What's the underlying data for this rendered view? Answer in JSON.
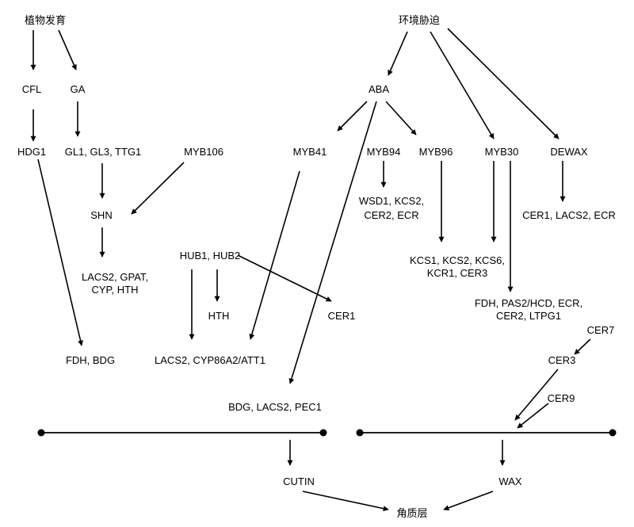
{
  "nodes": {
    "plant_development": "植物发育",
    "env_stress": "环境胁迫",
    "cfl": "CFL",
    "ga": "GA",
    "aba": "ABA",
    "hdg1": "HDG1",
    "gl_group": "GL1, GL3, TTG1",
    "myb106": "MYB106",
    "myb41": "MYB41",
    "myb94": "MYB94",
    "myb96": "MYB96",
    "myb30": "MYB30",
    "dewax": "DEWAX",
    "shn": "SHN",
    "wsd1_line1": "WSD1, KCS2,",
    "wsd1_line2": "CER2, ECR",
    "cer1_lacs2_ecr": "CER1, LACS2,  ECR",
    "hub": "HUB1, HUB2",
    "kcs_line1": "KCS1, KCS2, KCS6,",
    "kcs_line2": "KCR1, CER3",
    "lacs2_gpat_line1": "LACS2, GPAT,",
    "lacs2_gpat_line2": "CYP, HTH",
    "hth": "HTH",
    "cer1": "CER1",
    "fdh_pas2_line1": "FDH, PAS2/HCD, ECR,",
    "fdh_pas2_line2": "CER2, LTPG1",
    "cer7": "CER7",
    "fdh_bdg": "FDH, BDG",
    "lacs2_cyp": "LACS2, CYP86A2/ATT1",
    "cer3": "CER3",
    "cer9": "CER9",
    "bdg_lacs2_pec1": "BDG, LACS2, PEC1",
    "cutin": "CUTIN",
    "wax": "WAX",
    "cuticle": "角质层"
  }
}
